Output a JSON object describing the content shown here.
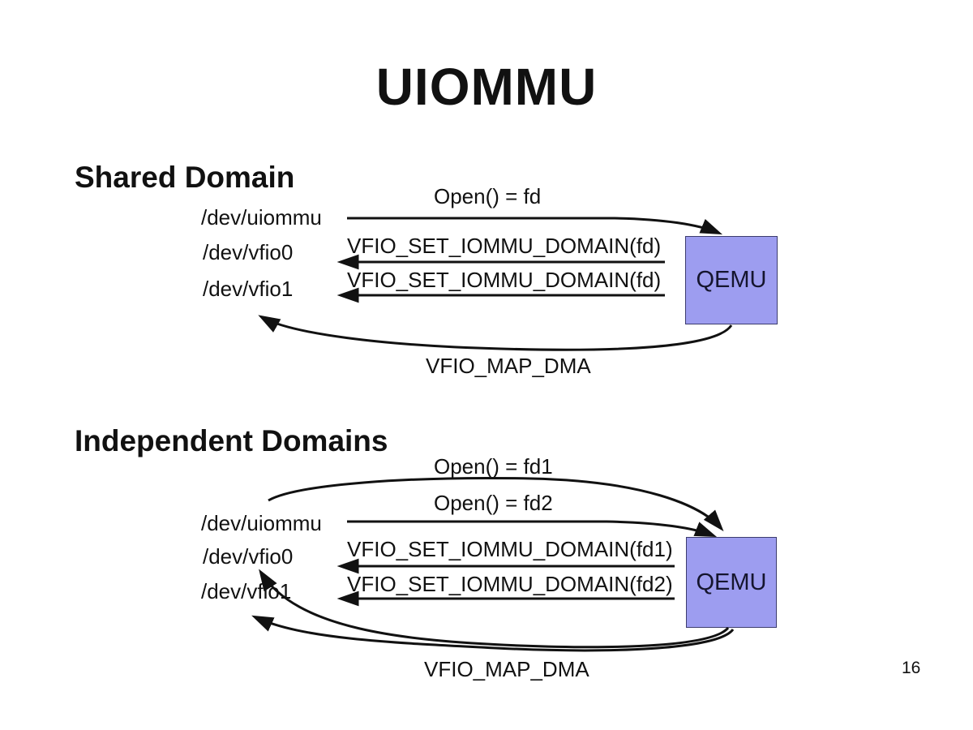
{
  "slide": {
    "title": "UIOMMU",
    "page_number": "16"
  },
  "colors": {
    "ink": "#111111",
    "qemu_fill": "#9d9df0",
    "qemu_border": "#3c3c6e"
  },
  "shared": {
    "heading": "Shared Domain",
    "devices": [
      "/dev/uiommu",
      "/dev/vfio0",
      "/dev/vfio1"
    ],
    "qemu": "QEMU",
    "msg_open": "Open() = fd",
    "msg_set1": "VFIO_SET_IOMMU_DOMAIN(fd)",
    "msg_set2": "VFIO_SET_IOMMU_DOMAIN(fd)",
    "msg_map": "VFIO_MAP_DMA"
  },
  "independent": {
    "heading": "Independent Domains",
    "devices": [
      "/dev/uiommu",
      "/dev/vfio0",
      "/dev/vfio1"
    ],
    "qemu": "QEMU",
    "msg_open1": "Open() = fd1",
    "msg_open2": "Open() = fd2",
    "msg_set1": "VFIO_SET_IOMMU_DOMAIN(fd1)",
    "msg_set2": "VFIO_SET_IOMMU_DOMAIN(fd2)",
    "msg_map": "VFIO_MAP_DMA"
  }
}
